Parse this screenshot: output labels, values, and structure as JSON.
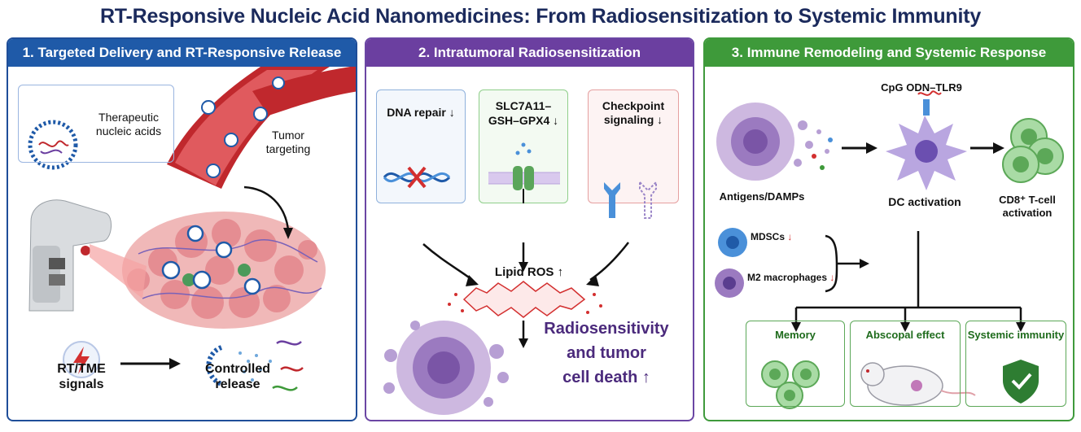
{
  "title": "RT-Responsive Nucleic Acid Nanomedicines: From Radiosensitization to Systemic Immunity",
  "panel1": {
    "header": "1. Targeted Delivery and RT-Responsive Release",
    "nucleic_acids": "Therapeutic nucleic acids",
    "tumor_targeting": "Tumor targeting",
    "signals": "RT/TME signals",
    "release": "Controlled release"
  },
  "panel2": {
    "header": "2. Intratumoral Radiosensitization",
    "dna_repair": "DNA repair ↓",
    "slc_line1": "SLC7A11–",
    "slc_line2": "GSH–GPX4 ↓",
    "checkpoint": "Checkpoint signaling ↓",
    "lipid_ros": "Lipid ROS ↑",
    "outcome_line1": "Radiosensitivity",
    "outcome_line2": "and tumor",
    "outcome_line3": "cell death ↑"
  },
  "panel3": {
    "header": "3. Immune Remodeling and Systemic Response",
    "cpg": "CpG ODN–TLR9",
    "antigens": "Antigens/DAMPs",
    "dc": "DC activation",
    "cd8": "CD8⁺ T-cell activation",
    "mdscs": "MDSCs",
    "m2": "M2 macrophages",
    "memory": "Memory",
    "abscopal": "Abscopal effect",
    "systemic": "Systemic immunity"
  },
  "colors": {
    "panel1": "#1f5aa8",
    "panel2": "#6b3fa0",
    "panel3": "#3e9a3a",
    "title": "#1b2a5c",
    "down_arrow": "#d32f2f"
  }
}
